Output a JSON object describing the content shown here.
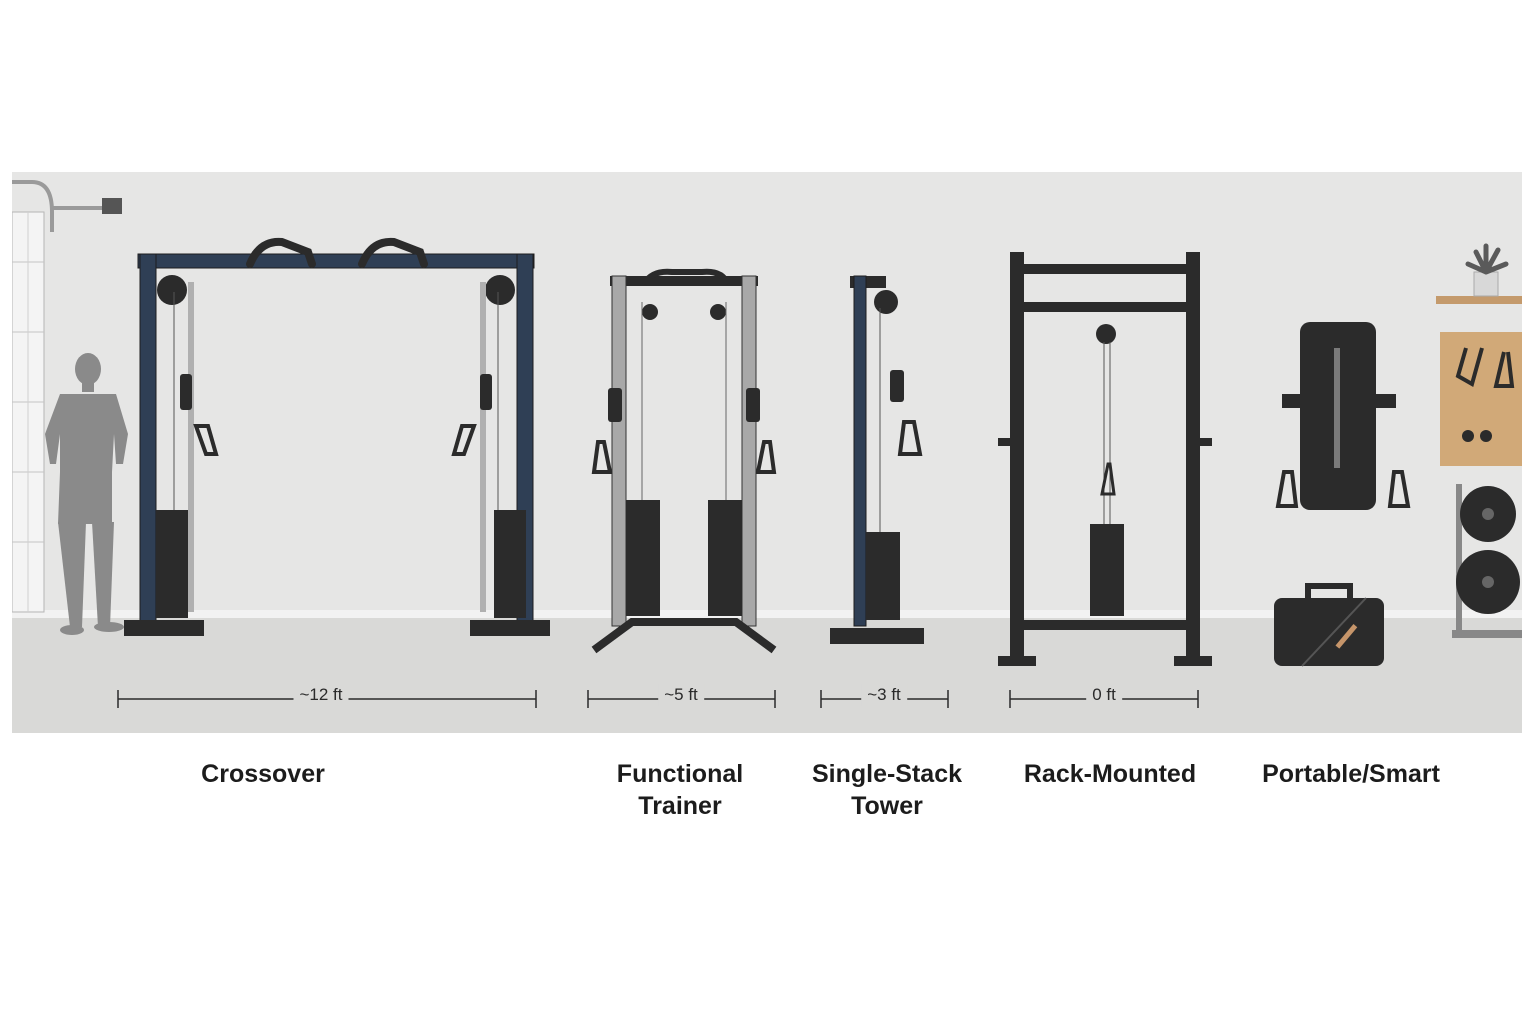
{
  "categories": [
    {
      "id": "crossover",
      "label_lines": [
        "Crossover"
      ],
      "dimension": "~12 ft"
    },
    {
      "id": "functional-trainer",
      "label_lines": [
        "Functional",
        "Trainer"
      ],
      "dimension": "~5 ft"
    },
    {
      "id": "single-stack-tower",
      "label_lines": [
        "Single-Stack",
        "Tower"
      ],
      "dimension": "~3 ft"
    },
    {
      "id": "rack-mounted",
      "label_lines": [
        "Rack-Mounted"
      ],
      "dimension": "0 ft"
    },
    {
      "id": "portable-smart",
      "label_lines": [
        "Portable/Smart"
      ],
      "dimension": ""
    }
  ],
  "colors": {
    "wall": "#e6e6e5",
    "floor": "#d9d9d7",
    "frame_navy": "#2f3f55",
    "frame_black": "#2b2b2b",
    "upright_silver": "#a8a8a8",
    "pegboard": "#d1a978",
    "silhouette": "#8a8a8a"
  },
  "icons": [
    "garage-door-icon",
    "person-silhouette-icon",
    "plant-icon",
    "pegboard-icon",
    "plate-rack-icon",
    "handle-icon",
    "weight-stack-icon"
  ]
}
